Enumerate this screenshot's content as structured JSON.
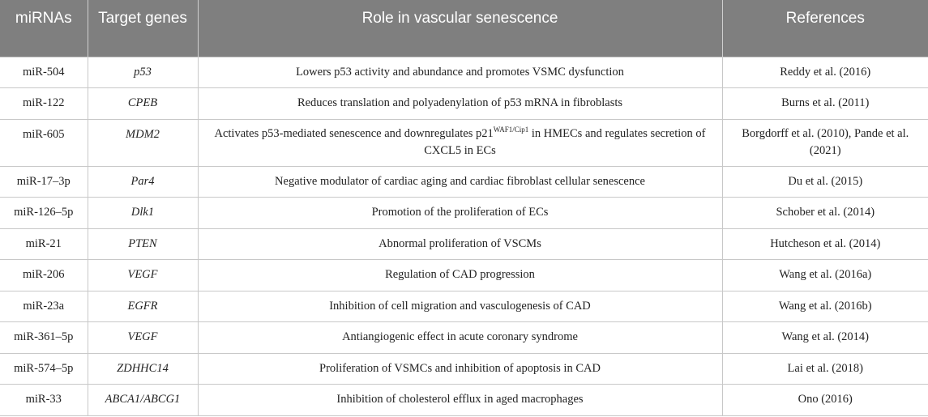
{
  "headers": {
    "mirnas": "miRNAs",
    "target_genes": "Target genes",
    "role": "Role in vascular senescence",
    "references": "References"
  },
  "rows": [
    {
      "mirna": "miR-504",
      "gene": "p53",
      "role": "Lowers p53 activity and abundance and promotes VSMC dysfunction",
      "ref": "Reddy et al. (2016)"
    },
    {
      "mirna": "miR-122",
      "gene": "CPEB",
      "role": "Reduces translation and polyadenylation of p53 mRNA in fibroblasts",
      "ref": "Burns et al. (2011)"
    },
    {
      "mirna": "miR-605",
      "gene": "MDM2",
      "role_pre": "Activates p53-mediated senescence and downregulates p21",
      "role_sup": "WAF1/Cip1",
      "role_post": " in HMECs and regulates secretion of CXCL5 in ECs",
      "ref": "Borgdorff et al. (2010), Pande et al. (2021)"
    },
    {
      "mirna": "miR-17–3p",
      "gene": "Par4",
      "role": "Negative modulator of cardiac aging and cardiac fibroblast cellular senescence",
      "ref": "Du et al. (2015)"
    },
    {
      "mirna": "miR-126–5p",
      "gene": "Dlk1",
      "role": "Promotion of the proliferation of ECs",
      "ref": "Schober et al. (2014)"
    },
    {
      "mirna": "miR-21",
      "gene": "PTEN",
      "role": "Abnormal proliferation of VSCMs",
      "ref": "Hutcheson et al. (2014)"
    },
    {
      "mirna": "miR-206",
      "gene": "VEGF",
      "role": "Regulation of CAD progression",
      "ref": "Wang et al. (2016a)"
    },
    {
      "mirna": "miR-23a",
      "gene": "EGFR",
      "role": "Inhibition of cell migration and vasculogenesis of CAD",
      "ref": "Wang et al. (2016b)"
    },
    {
      "mirna": "miR-361–5p",
      "gene": "VEGF",
      "role": "Antiangiogenic effect in acute coronary syndrome",
      "ref": "Wang et al. (2014)"
    },
    {
      "mirna": "miR-574–5p",
      "gene": "ZDHHC14",
      "role": "Proliferation of VSMCs and inhibition of apoptosis in CAD",
      "ref": "Lai et al. (2018)"
    },
    {
      "mirna": "miR-33",
      "gene": "ABCA1/ABCG1",
      "role": "Inhibition of cholesterol efflux in aged macrophages",
      "ref": "Ono (2016)"
    }
  ]
}
